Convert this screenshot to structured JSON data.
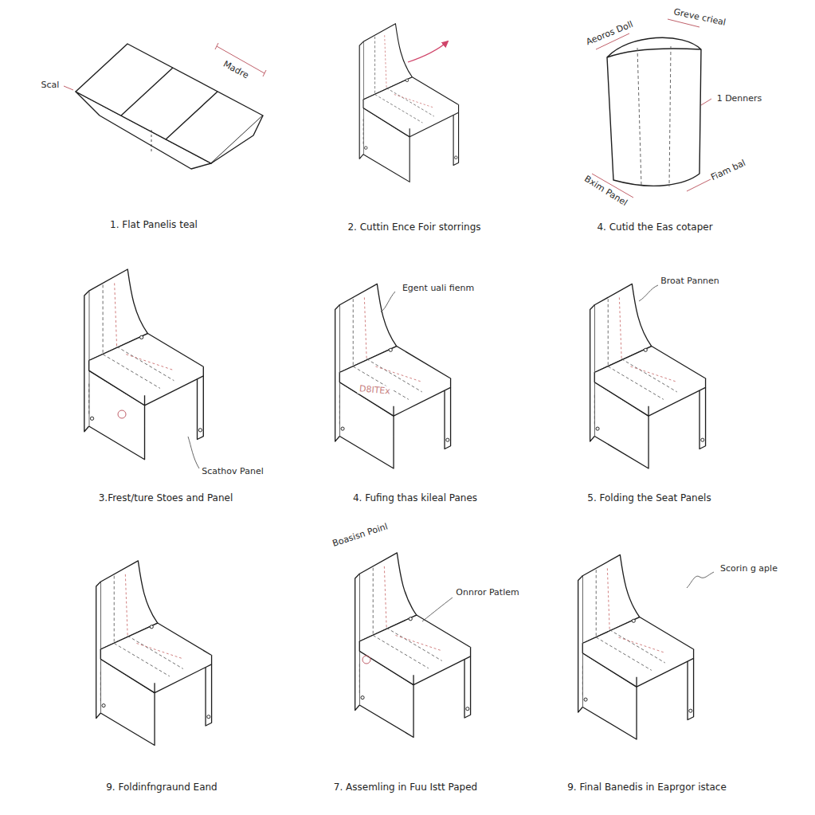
{
  "diagram": {
    "labels": [
      "Scal",
      "Madre",
      "1. Flat Panelis teal",
      "2. Cuttin Ence Foir storrings",
      "Aeoros Doll",
      "Greve crieal",
      "1 Denners",
      "Bxim Panel",
      "Fiam bal",
      "4. Cutid the Eas cotaper",
      "Scathov Panel",
      "3.Frest/ture Stoes and Panel",
      "Egent uali fienm",
      "D8ITEx",
      "4. Fufing thas kileal Panes",
      "Broat Pannen",
      "5. Folding the Seat Panels",
      "9. Foldinfngraund Eand",
      "Boasisn Poinl",
      "Onnror Patlem",
      "7. Assemling in Fuu Istt Paped",
      "Scorin g aple",
      "9. Final Banedis in Eaprgor istace"
    ]
  }
}
